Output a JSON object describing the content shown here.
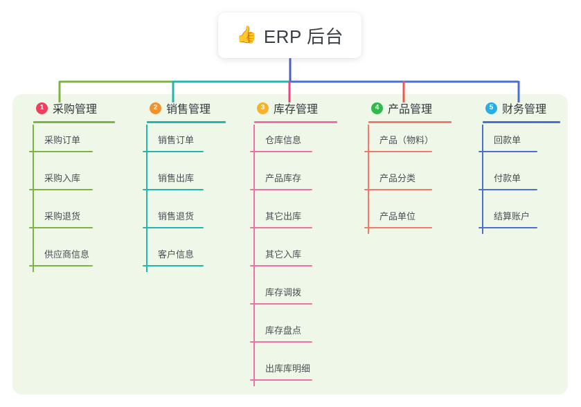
{
  "root": {
    "icon": "thumbs-up-icon",
    "icon_glyph": "👍",
    "title": "ERP 后台"
  },
  "theme": {
    "panel_bg": "#eef7e8",
    "page_bg": "#ffffff",
    "card_bg": "#ffffff",
    "title_color": "#33383d",
    "leaf_color": "#4a4f55",
    "root_stem": "#4a5fc1"
  },
  "columns": [
    {
      "number": "1",
      "title": "采购管理",
      "badge_color": "#ef3f5f",
      "line_color": "#7cb342",
      "stub_color": "#7cb342",
      "items": [
        "采购订单",
        "采购入库",
        "采购退货",
        "供应商信息"
      ]
    },
    {
      "number": "2",
      "title": "销售管理",
      "badge_color": "#f5912b",
      "line_color": "#21b6ae",
      "stub_color": "#21b6ae",
      "items": [
        "销售订单",
        "销售出库",
        "销售退货",
        "客户信息"
      ]
    },
    {
      "number": "3",
      "title": "库存管理",
      "badge_color": "#f5b32b",
      "line_color": "#ef6fa8",
      "stub_color": "#ef3f7f",
      "items": [
        "仓库信息",
        "产品库存",
        "其它出库",
        "其它入库",
        "库存调拨",
        "库存盘点",
        "出库库明细"
      ]
    },
    {
      "number": "4",
      "title": "产品管理",
      "badge_color": "#30b94d",
      "line_color": "#f4786d",
      "stub_color": "#f4564b",
      "items": [
        "产品（物料）",
        "产品分类",
        "产品单位"
      ]
    },
    {
      "number": "5",
      "title": "财务管理",
      "badge_color": "#29ade3",
      "line_color": "#4a6fd4",
      "stub_color": "#4a6fd4",
      "items": [
        "回款单",
        "付款单",
        "结算账户"
      ]
    }
  ],
  "bus": {
    "segments": [
      {
        "name": "bus-segment-green",
        "color": "#7cb342"
      },
      {
        "name": "bus-segment-teal",
        "color": "#21b6ae"
      },
      {
        "name": "bus-segment-blue",
        "color": "#4a6fd4"
      }
    ]
  }
}
